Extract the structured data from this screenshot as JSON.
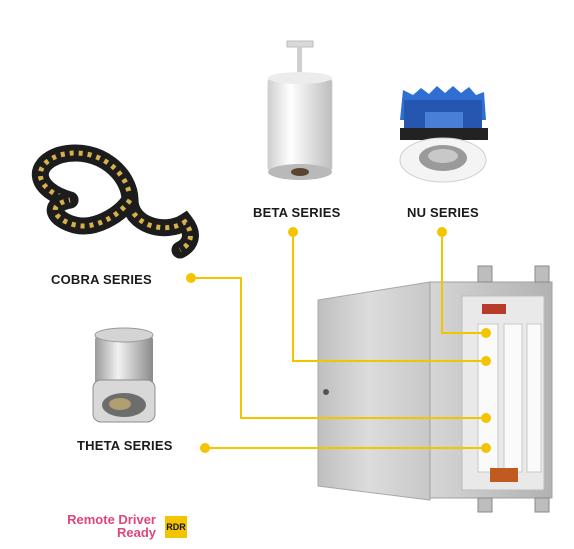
{
  "products": {
    "beta": {
      "label": "BETA SERIES"
    },
    "nu": {
      "label": "NU SERIES"
    },
    "cobra": {
      "label": "COBRA SERIES"
    },
    "theta": {
      "label": "THETA SERIES"
    }
  },
  "remote_driver": {
    "line1": "Remote Driver",
    "line2": "Ready",
    "badge": "RDR"
  },
  "colors": {
    "connector": "#f5c400",
    "badge": "#f5c400",
    "rdr_text": "#e0457b",
    "enclosure": "#c9c9c9"
  }
}
